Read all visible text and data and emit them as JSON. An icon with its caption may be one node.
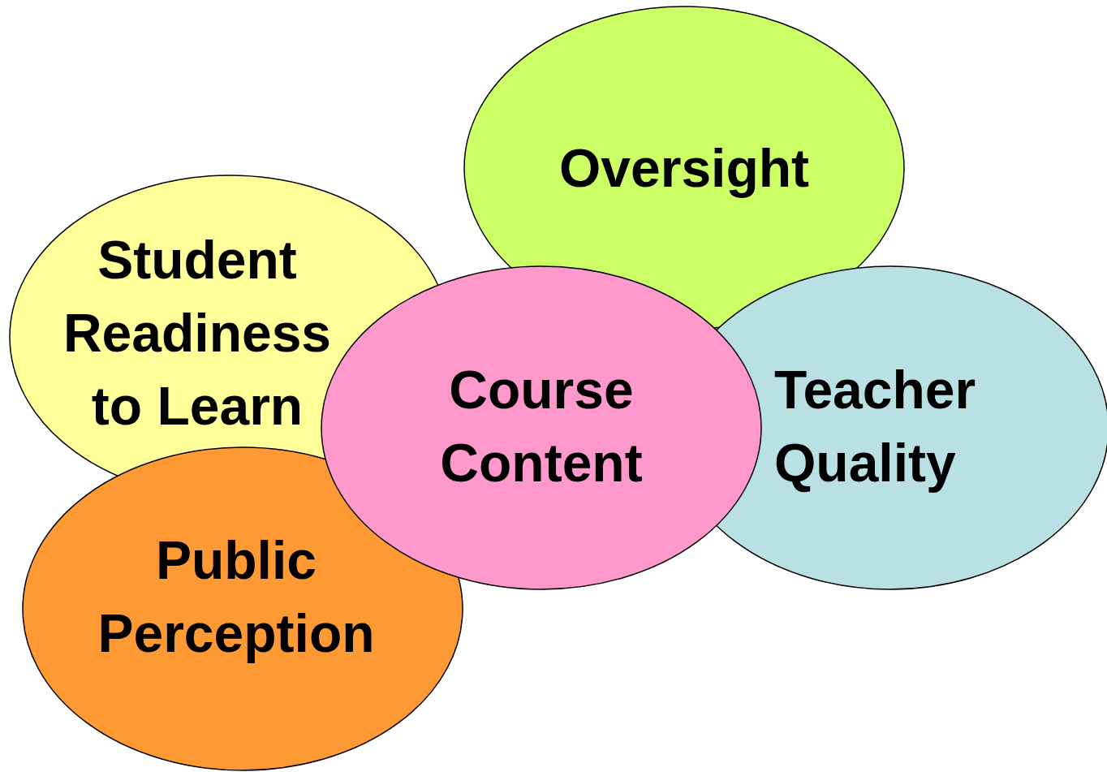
{
  "diagram": {
    "nodes": [
      {
        "text": [
          "Oversight"
        ]
      },
      {
        "text": [
          "Student Readiness to Learn"
        ]
      },
      {
        "text": [
          "Course Content"
        ]
      },
      {
        "text": [
          "Teacher Quality"
        ]
      },
      {
        "text": [
          "Public Perception"
        ]
      }
    ],
    "edges": []
  }
}
